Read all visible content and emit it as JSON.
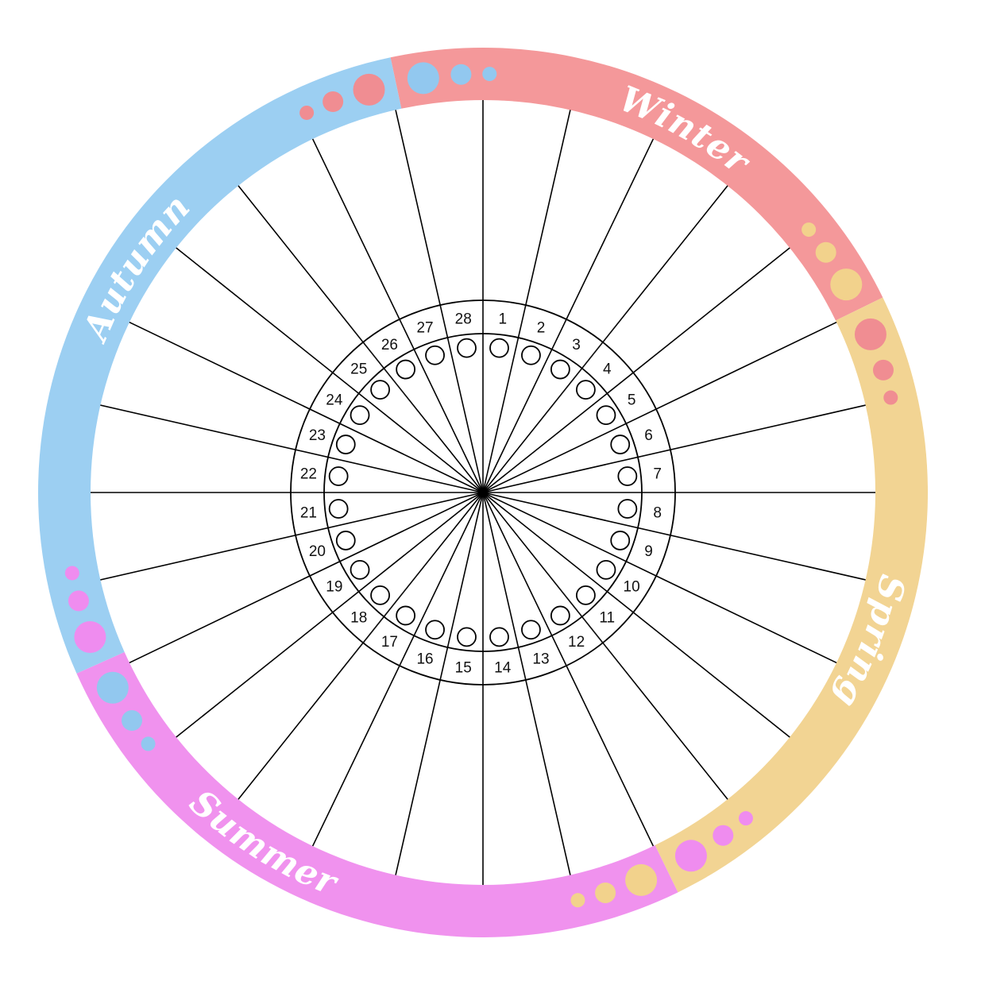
{
  "seasons": [
    {
      "name": "Winter",
      "color": "#f4989a",
      "start_deg": -12,
      "end_deg": 64,
      "label_deg": 29,
      "dots_start_color": "#92c8ef",
      "dots_end_color": "#f2d28c"
    },
    {
      "name": "Spring",
      "color": "#f2d493",
      "start_deg": 64,
      "end_deg": 154,
      "label_deg": 111,
      "dots_start_color": "#f08d92",
      "dots_end_color": "#ef8cef"
    },
    {
      "name": "Summer",
      "color": "#f092ee",
      "start_deg": 154,
      "end_deg": 246,
      "label_deg": 212,
      "dots_start_color": "#f2d28c",
      "dots_end_color": "#92c8ef"
    },
    {
      "name": "Autumn",
      "color": "#9ccff2",
      "start_deg": 246,
      "end_deg": 348,
      "label_deg": 303,
      "dots_start_color": "#ef8cef",
      "dots_end_color": "#f08d92"
    }
  ],
  "days": [
    "1",
    "2",
    "3",
    "4",
    "5",
    "6",
    "7",
    "8",
    "9",
    "10",
    "11",
    "12",
    "13",
    "14",
    "15",
    "16",
    "17",
    "18",
    "19",
    "20",
    "21",
    "22",
    "23",
    "24",
    "25",
    "26",
    "27",
    "28"
  ],
  "line_color": "#000000"
}
